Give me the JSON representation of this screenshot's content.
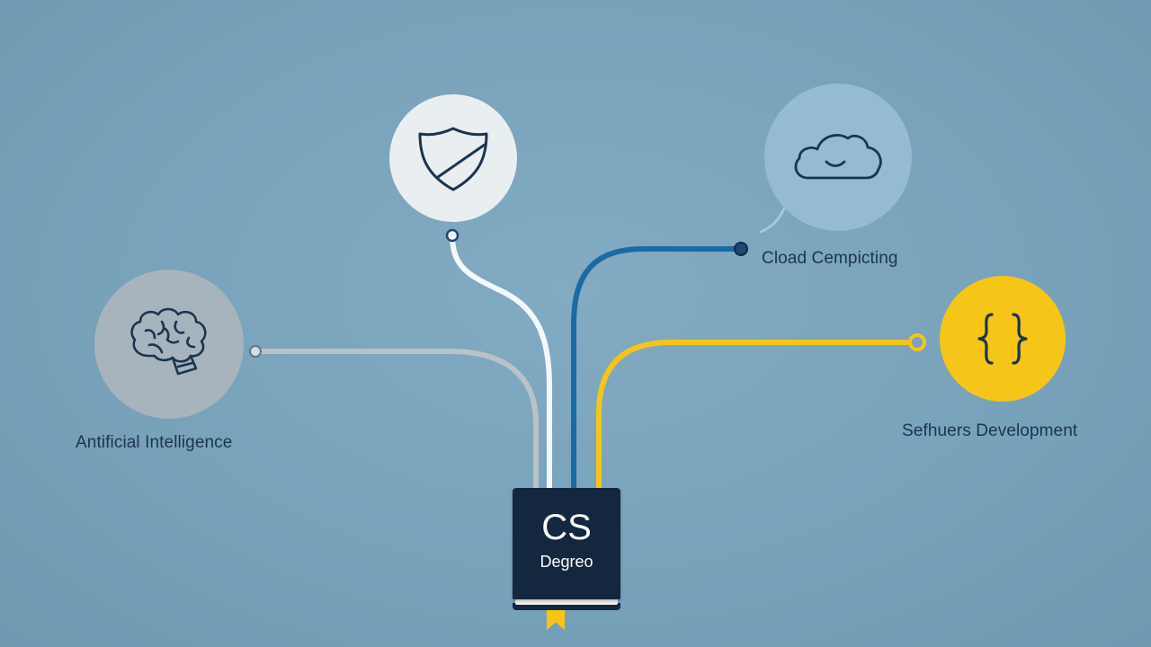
{
  "center": {
    "title": "CS",
    "subtitle": "Degreo"
  },
  "nodes": {
    "artificial_intelligence": {
      "label": "Antificial Intelligence",
      "icon": "brain-icon",
      "color": "#a7b4bd"
    },
    "security": {
      "label": "",
      "icon": "shield-icon",
      "color": "#e9eef1"
    },
    "cloud_computing": {
      "label": "Cload Cempicting",
      "icon": "cloud-icon",
      "color": "#95bbd2"
    },
    "software_development": {
      "label": "Sefhuers Development",
      "icon": "braces-icon",
      "color": "#f5c518"
    }
  },
  "colors": {
    "background": "#7aa3bc",
    "book": "#13273f",
    "accent_yellow": "#f5c518",
    "accent_blue": "#1c6aa2",
    "line_gray": "#b9c2c8",
    "line_white": "#f4f7f9",
    "text": "#1b3550"
  }
}
